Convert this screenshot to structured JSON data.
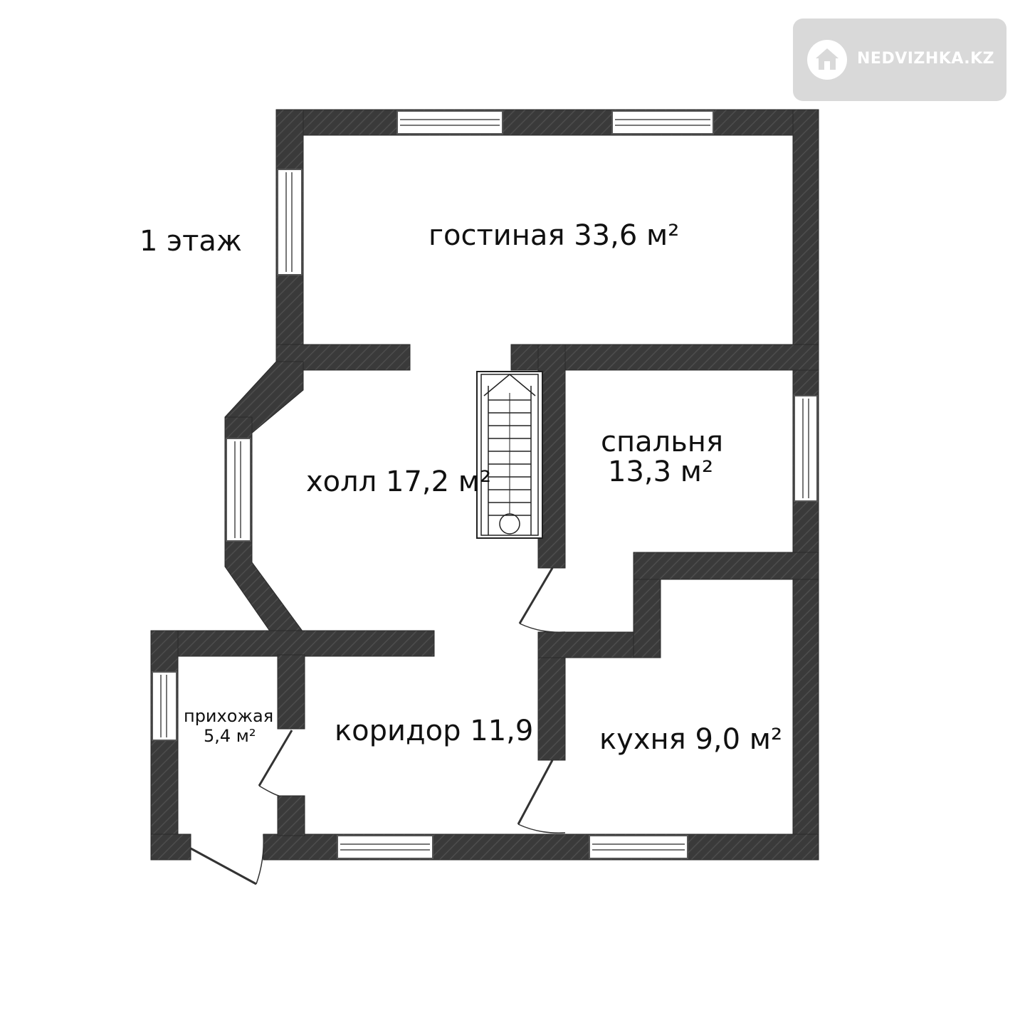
{
  "floor_label": "1 этаж",
  "watermark": {
    "text": "NEDVIZHKA.KZ",
    "icon": "house-icon"
  },
  "colors": {
    "wall": "#3a3a3a",
    "wall_hatch": "#555555",
    "background": "#ffffff",
    "watermark_bg": "#d9d9d9"
  },
  "rooms": {
    "living": {
      "name": "гостиная",
      "area": "33,6 м²"
    },
    "hall": {
      "name": "холл",
      "area": "17,2 м²"
    },
    "bedroom": {
      "name": "спальня",
      "area": "13,3 м²"
    },
    "entrance": {
      "name": "прихожая",
      "area": "5,4 м²"
    },
    "corridor": {
      "name": "коридор",
      "area": "11,9"
    },
    "kitchen": {
      "name": "кухня",
      "area": "9,0 м²"
    }
  }
}
